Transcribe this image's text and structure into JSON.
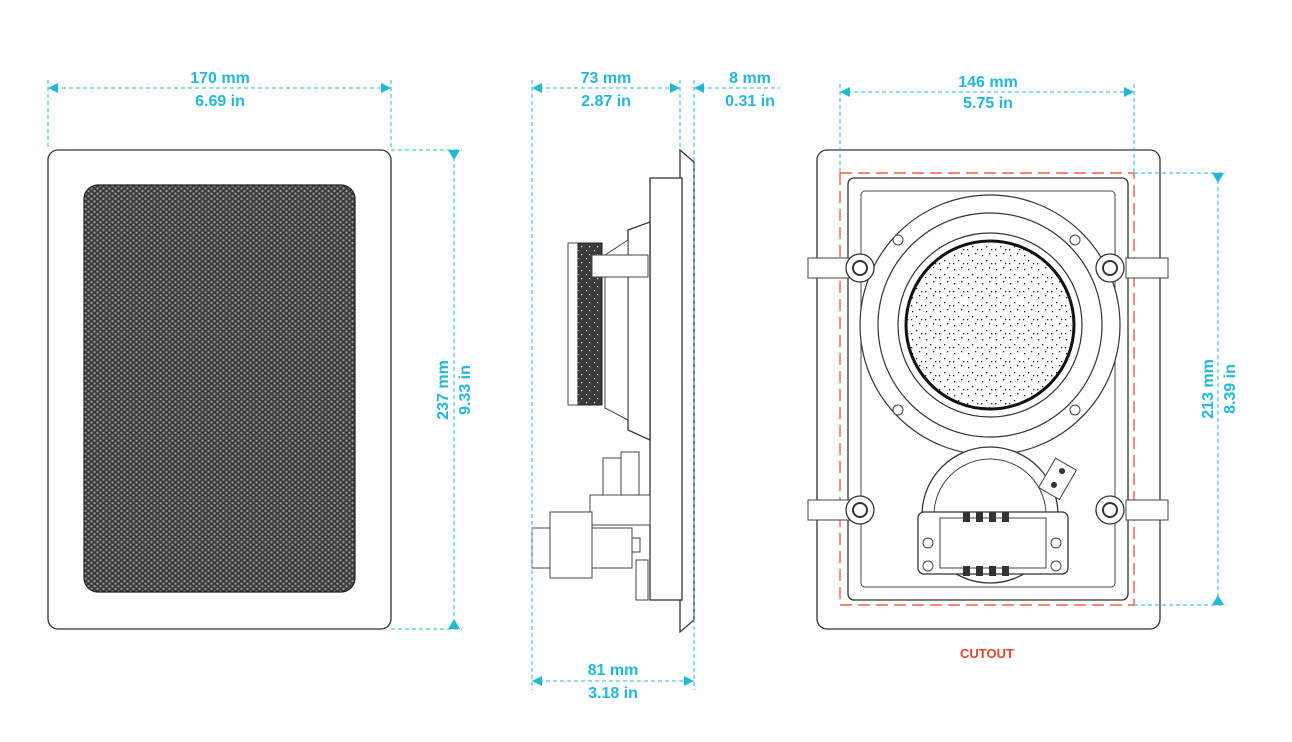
{
  "front_view": {
    "width_mm": "170 mm",
    "width_in": "6.69 in",
    "height_mm": "237 mm",
    "height_in": "9.33 in"
  },
  "side_view": {
    "depth_mm": "73 mm",
    "depth_in": "2.87 in",
    "flange_mm": "8 mm",
    "flange_in": "0.31 in",
    "total_mm": "81 mm",
    "total_in": "3.18 in"
  },
  "back_view": {
    "cutout_width_mm": "146 mm",
    "cutout_width_in": "5.75 in",
    "cutout_height_mm": "213 mm",
    "cutout_height_in": "8.39 in",
    "cutout_label": "CUTOUT"
  },
  "colors": {
    "dimension": "#22b8d8",
    "cutout": "#e8432c",
    "outline": "#333333"
  }
}
